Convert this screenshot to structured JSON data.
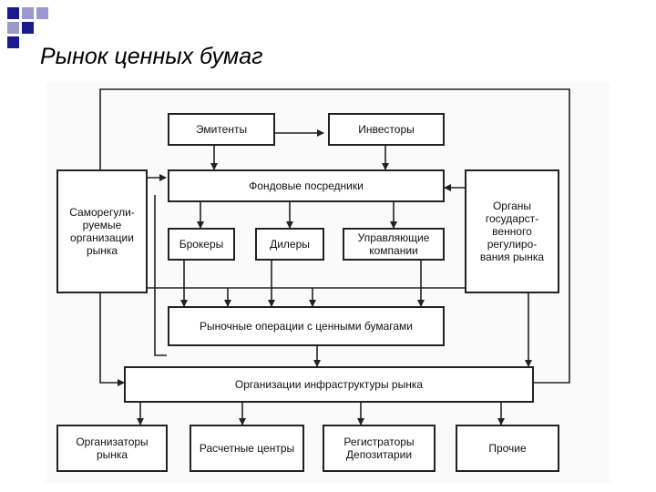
{
  "slide": {
    "title": "Рынок ценных бумаг"
  },
  "boxes": {
    "issuers": "Эмитенты",
    "investors": "Инвесторы",
    "intermediaries": "Фондовые посредники",
    "sro": "Саморегули-\nруемые\nорганизации\nрынка",
    "gov": "Органы\nгосударст-\nвенного\nрегулиро-\nвания рынка",
    "brokers": "Брокеры",
    "dealers": "Дилеры",
    "managers": "Управляющие\nкомпании",
    "operations": "Рыночные операции с ценными бумагами",
    "infrastructure": "Организации инфраструктуры рынка",
    "organizers": "Организаторы\nрынка",
    "settlement": "Расчетные центры",
    "registrars": "Регистраторы\nДепозитарии",
    "other": "Прочие"
  },
  "colors": {
    "corner_dark": "#1a1a8c",
    "corner_light": "#9999cc",
    "line": "#222222",
    "box_border": "#222222"
  }
}
